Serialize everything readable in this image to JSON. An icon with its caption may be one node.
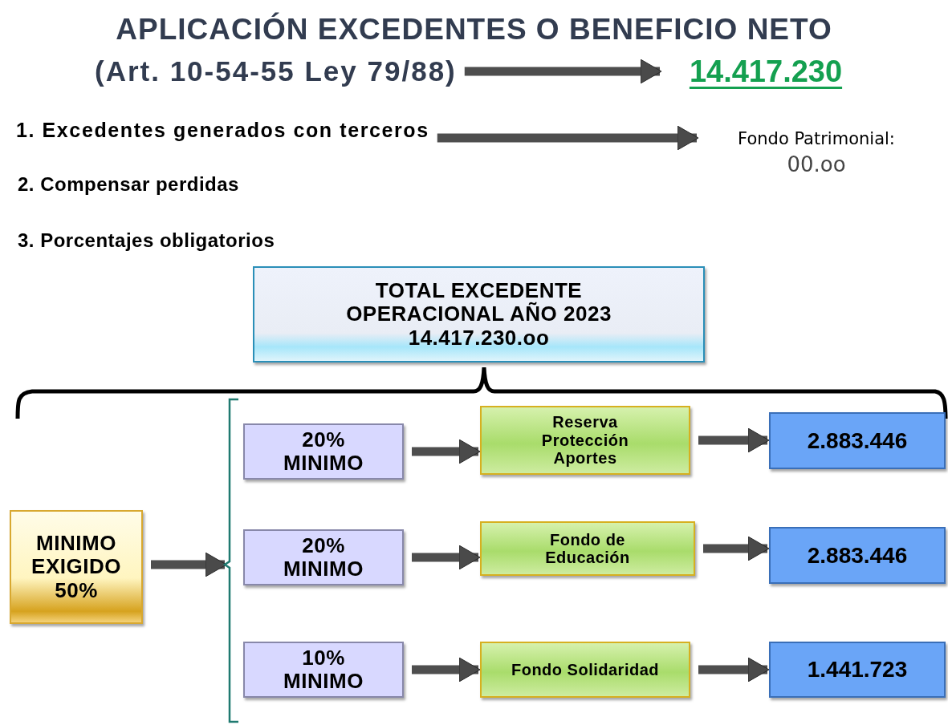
{
  "diagram": {
    "title": "APLICACIÓN EXCEDENTES O BENEFICIO NETO",
    "nodes": [
      {
        "text": [
          "(Art. 10-54-55 Ley 79/88)"
        ]
      },
      {
        "text": [
          "14.417.230"
        ]
      },
      {
        "text": [
          "1. Excedentes generados con terceros"
        ]
      },
      {
        "text": [
          "Fondo Patrimonial:",
          "00.oo"
        ]
      },
      {
        "text": [
          "TOTAL EXCEDENTE OPERACIONAL AÑO 2023",
          "14.417.230.oo"
        ]
      },
      {
        "text": [
          "MINIMO EXIGIDO 50%"
        ]
      },
      {
        "text": [],
        "shape": "bracket"
      },
      {
        "text": [
          "20% MINIMO"
        ]
      },
      {
        "text": [
          "Reserva Protección Aportes"
        ]
      },
      {
        "text": [
          "2.883.446"
        ]
      },
      {
        "text": [
          "20% MINIMO"
        ]
      },
      {
        "text": [
          "Fondo de Educación"
        ]
      },
      {
        "text": [
          "2.883.446"
        ]
      },
      {
        "text": [
          "10% MINIMO"
        ]
      },
      {
        "text": [
          "Fondo Solidaridad"
        ]
      },
      {
        "text": [
          "1.441.723"
        ]
      }
    ],
    "edges": [
      {
        "from": 0,
        "to": 1,
        "arrow": "to"
      },
      {
        "from": 2,
        "to": 3,
        "arrow": "to"
      },
      {
        "from": 5,
        "to": 6,
        "arrow": "to"
      },
      {
        "from": 7,
        "to": 8,
        "arrow": "to"
      },
      {
        "from": 8,
        "to": 9,
        "arrow": "to"
      },
      {
        "from": 10,
        "to": 11,
        "arrow": "to"
      },
      {
        "from": 11,
        "to": 12,
        "arrow": "to"
      },
      {
        "from": 13,
        "to": 14,
        "arrow": "to"
      },
      {
        "from": 14,
        "to": 15,
        "arrow": "to"
      }
    ],
    "labels": [
      "2. Compensar perdidas",
      "3. Porcentajes obligatorios"
    ]
  }
}
